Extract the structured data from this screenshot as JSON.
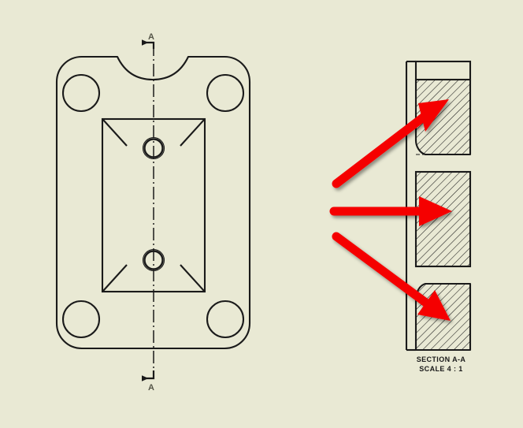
{
  "document": {
    "type": "cad-technical-drawing",
    "background_color": "#e9e9d4",
    "line_color": "#1a1a1a",
    "annotation_color": "#f50000"
  },
  "front_view": {
    "name": "front-view",
    "section_marker_top_label": "A",
    "section_marker_bottom_label": "A",
    "centerline_style": "dash-dot",
    "features": {
      "corner_holes_count": 4,
      "center_holes_count": 2,
      "top_scallop": "concave-arc",
      "inner_rectangle_corners": "chamfered"
    }
  },
  "section_view": {
    "name": "section-view",
    "title": "SECTION A-A",
    "scale": "SCALE 4 : 1",
    "hatch_style": "diagonal-45",
    "hatch_color": "#1a1a1a"
  },
  "annotations": {
    "arrows": [
      {
        "id": "arrow-upper",
        "label": "annotation-arrow-upper",
        "color": "#f50000",
        "points_to": "upper-hatched-region"
      },
      {
        "id": "arrow-middle",
        "label": "annotation-arrow-middle",
        "color": "#f50000",
        "points_to": "middle-hatched-region"
      },
      {
        "id": "arrow-lower",
        "label": "annotation-arrow-lower",
        "color": "#f50000",
        "points_to": "lower-hatched-region"
      }
    ]
  }
}
